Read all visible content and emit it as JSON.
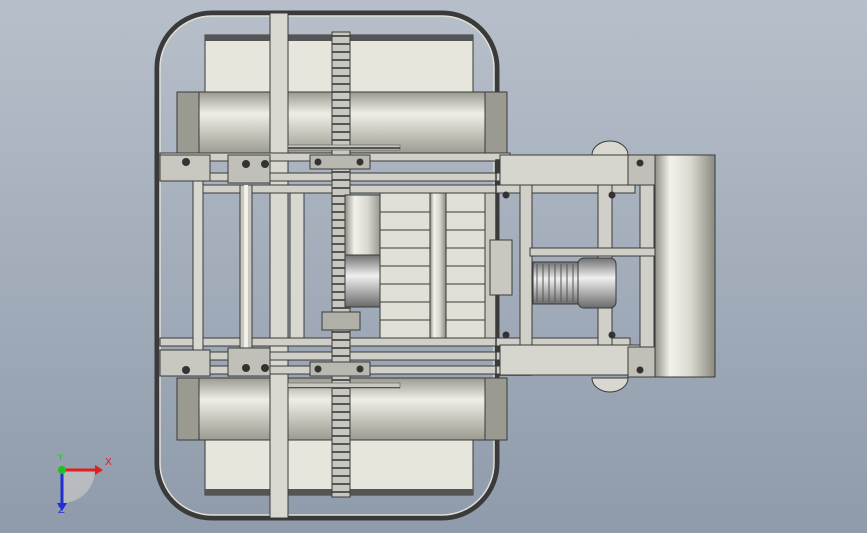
{
  "viewport": {
    "background_top": "#b7bfca",
    "background_bottom": "#8f9bab",
    "part_fill": "#d9d9cf",
    "part_edge": "#3a3a3a",
    "shadow": "#8c8c84"
  },
  "triad": {
    "x_label": "X",
    "y_label": "Y",
    "z_label": "Z",
    "x_color": "#e02020",
    "y_color": "#20c020",
    "z_color": "#2030d0"
  }
}
